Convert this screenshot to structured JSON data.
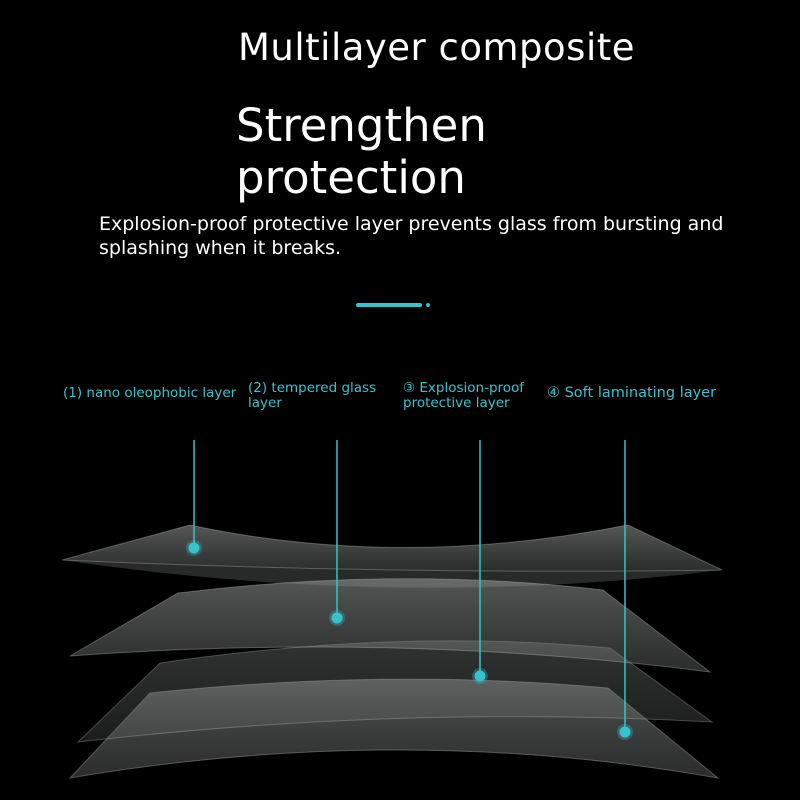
{
  "header": {
    "title": "Multilayer composite",
    "headline_line1": "Strengthen",
    "headline_line2": "protection",
    "description": "Explosion-proof protective layer prevents glass from bursting and splashing when it breaks."
  },
  "layers": [
    {
      "label": "(1) nano oleophobic layer"
    },
    {
      "label": "(2) tempered glass layer"
    },
    {
      "label": "③ Explosion-proof protective layer"
    },
    {
      "label": "④ Soft laminating layer"
    }
  ],
  "colors": {
    "background": "#000000",
    "accent": "#35c3cf",
    "text": "#ffffff"
  }
}
